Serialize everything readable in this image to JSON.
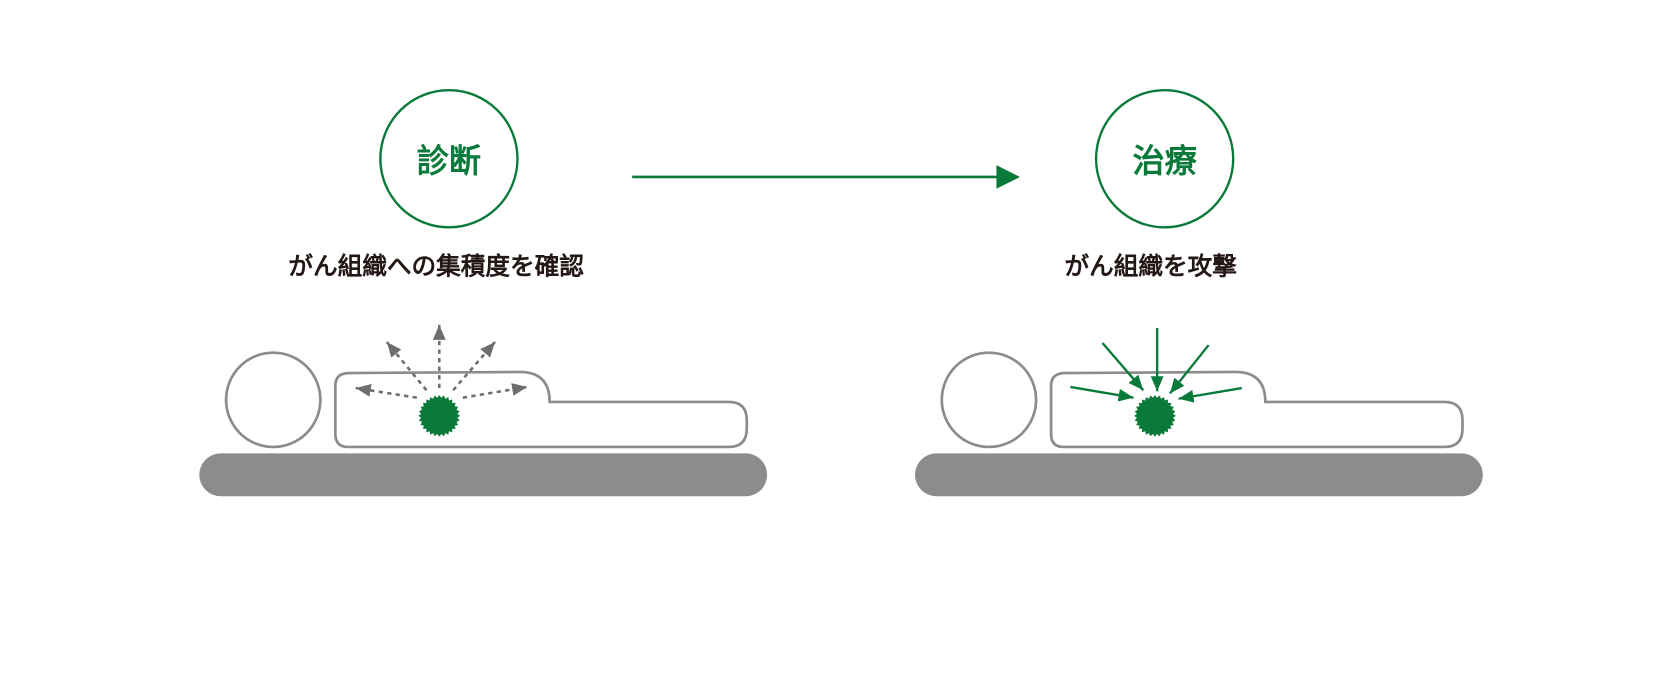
{
  "steps": [
    {
      "label": "診断",
      "caption": "がん組織への集積度を確認"
    },
    {
      "label": "治療",
      "caption": "がん組織を攻撃"
    }
  ],
  "colors": {
    "accent": "#0a7a3a",
    "outline": "#8c8c8c",
    "bed": "#8c8c8c",
    "text": "#231815",
    "scatter": "#6e6e6e"
  },
  "icons": {
    "diagnosis": "radiation-emitting-tumor-icon",
    "treatment": "targeted-tumor-attack-icon",
    "flow": "arrow-right-icon"
  }
}
